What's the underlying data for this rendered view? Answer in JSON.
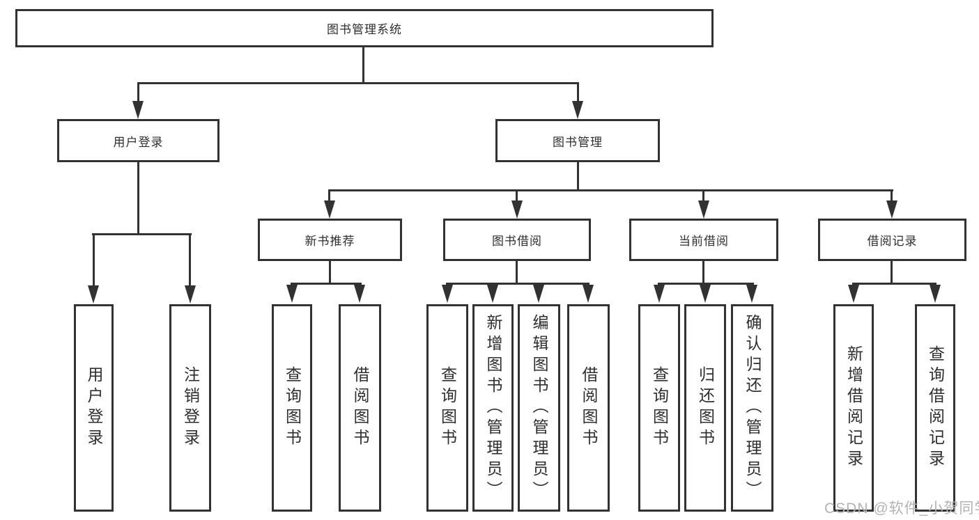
{
  "tree": {
    "root": {
      "label": "图书管理系统",
      "children": [
        {
          "label": "用户登录",
          "children": [
            {
              "label": "用户登录"
            },
            {
              "label": "注销登录"
            }
          ]
        },
        {
          "label": "图书管理",
          "children": [
            {
              "label": "新书推荐",
              "children": [
                {
                  "label": "查询图书"
                },
                {
                  "label": "借阅图书"
                }
              ]
            },
            {
              "label": "图书借阅",
              "children": [
                {
                  "label": "查询图书"
                },
                {
                  "label": "新增图书（管理员）"
                },
                {
                  "label": "编辑图书（管理员）"
                },
                {
                  "label": "借阅图书"
                }
              ]
            },
            {
              "label": "当前借阅",
              "children": [
                {
                  "label": "查询图书"
                },
                {
                  "label": "归还图书"
                },
                {
                  "label": "确认归还（管理员）"
                }
              ]
            },
            {
              "label": "借阅记录",
              "children": [
                {
                  "label": "新增借阅记录"
                },
                {
                  "label": "查询借阅记录"
                }
              ]
            }
          ]
        }
      ]
    }
  },
  "watermark": {
    "text": "CSDN @软件_小贺同学"
  },
  "colors": {
    "line": "#323232",
    "text": "#2e2e2e",
    "background": "#ffffff",
    "watermark": "#b3b3b7"
  }
}
